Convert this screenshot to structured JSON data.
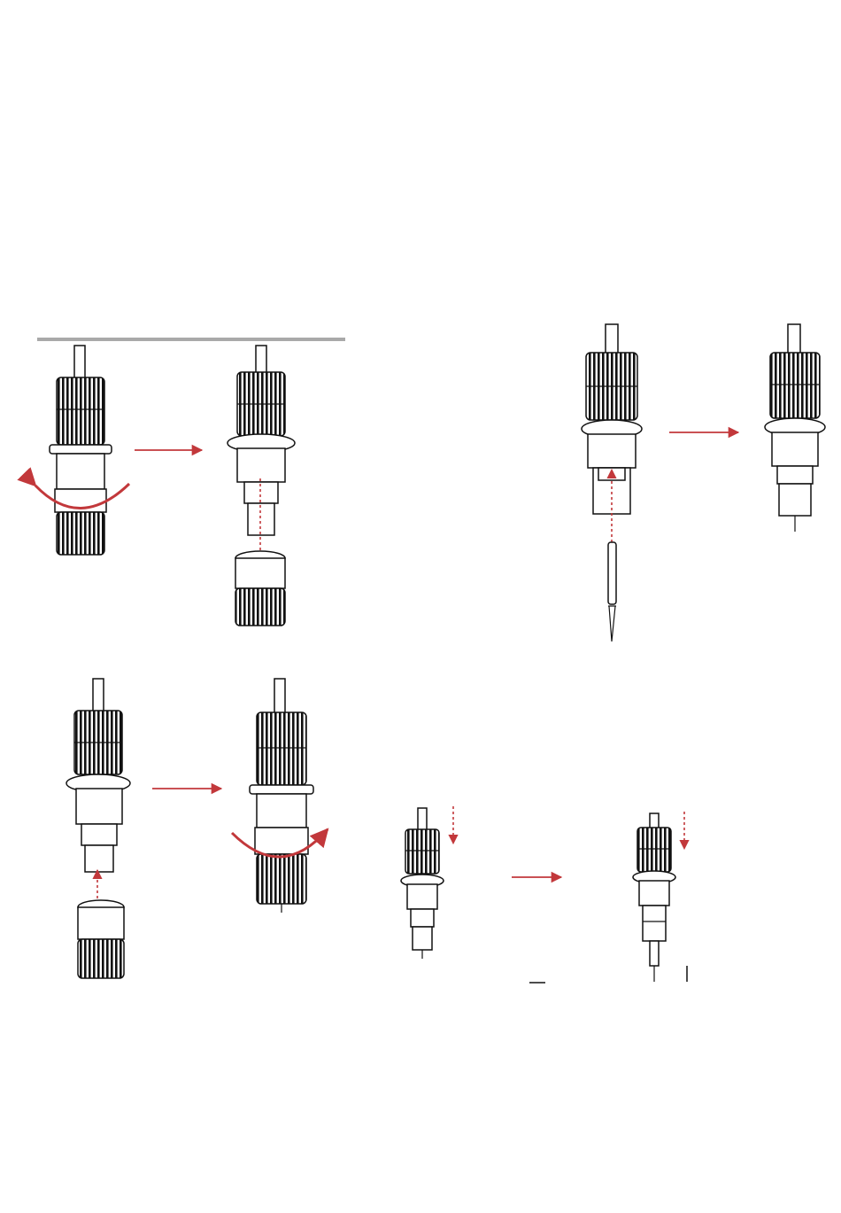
{
  "colors": {
    "arrow": "#c2383b",
    "line": "#111111",
    "divider": "#a9a9a9",
    "background": "#ffffff"
  },
  "steps": [
    {
      "id": "step-1",
      "description_icons": [
        "blade-holder-icon",
        "rotate-arrow-icon",
        "next-arrow-icon",
        "blade-holder-icon",
        "cap-icon",
        "pull-down-arrow-icon"
      ]
    },
    {
      "id": "step-2",
      "description_icons": [
        "blade-holder-icon",
        "blade-icon",
        "push-up-arrow-icon",
        "next-arrow-icon",
        "blade-holder-icon"
      ]
    },
    {
      "id": "step-3",
      "description_icons": [
        "blade-holder-icon",
        "cap-icon",
        "push-up-arrow-icon",
        "next-arrow-icon",
        "blade-holder-icon",
        "rotate-arrow-icon"
      ]
    },
    {
      "id": "step-4",
      "description_icons": [
        "blade-holder-icon",
        "press-down-arrow-icon",
        "next-arrow-icon",
        "blade-holder-icon",
        "press-down-arrow-icon"
      ]
    }
  ]
}
